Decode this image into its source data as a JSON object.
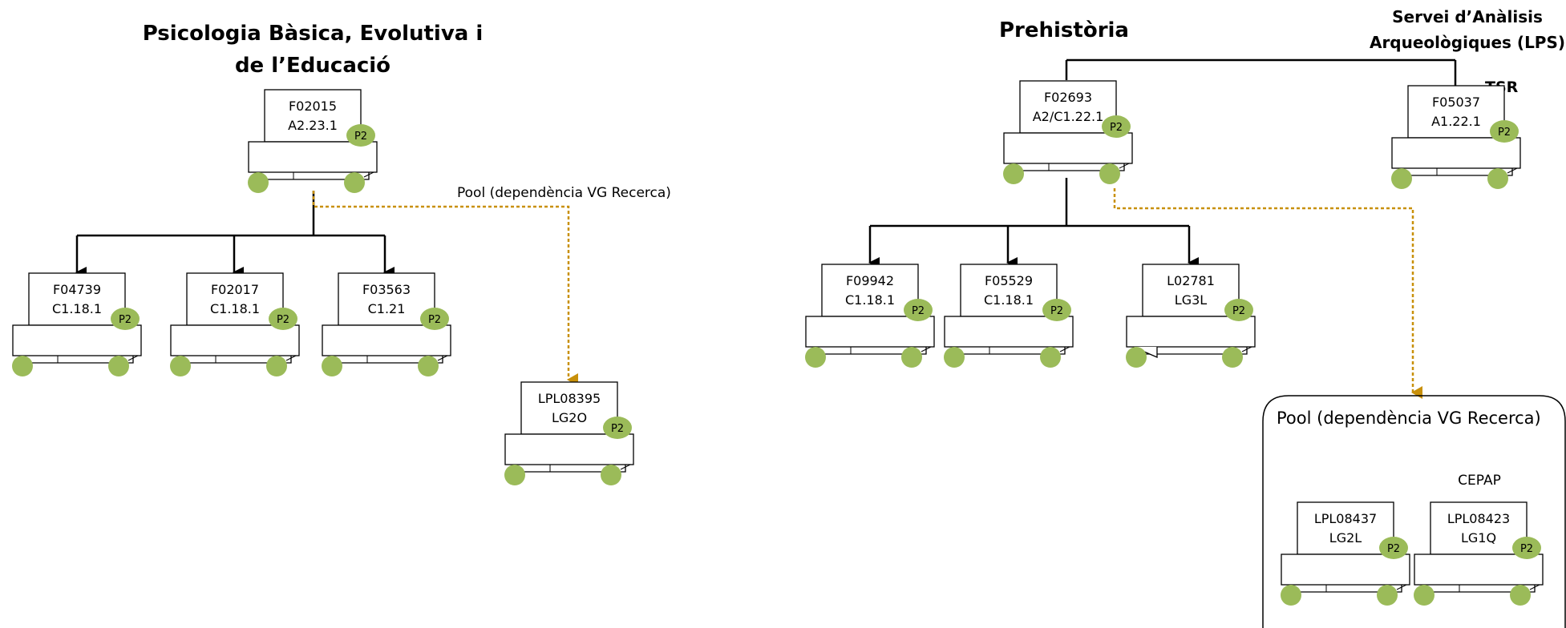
{
  "colors": {
    "badge_green": "#9bbb59",
    "pool_arrow": "#c8900a",
    "line": "#000000"
  },
  "left_group": {
    "title_line1": "Psicologia Bàsica, Evolutiva i",
    "title_line2": "de l’Educació",
    "pool_label": "Pool (dependència VG Recerca)"
  },
  "right_group": {
    "title": "Prehistòria",
    "service_line1": "Servei d’Anàlisis",
    "service_line2": "Arqueològiques (LPS)",
    "tsr_label": "TSR",
    "pool_label": "Pool (dependència VG Recerca)",
    "cepap_label": "CEPAP"
  },
  "printers": [
    {
      "id": "f02015",
      "code": "F02015",
      "location": "A2.23.1",
      "badge": "P2"
    },
    {
      "id": "f04739",
      "code": "F04739",
      "location": "C1.18.1",
      "badge": "P2"
    },
    {
      "id": "f02017",
      "code": "F02017",
      "location": "C1.18.1",
      "badge": "P2"
    },
    {
      "id": "f03563",
      "code": "F03563",
      "location": "C1.21",
      "badge": "P2"
    },
    {
      "id": "lpl08395",
      "code": "LPL08395",
      "location": "LG2O",
      "badge": "P2"
    },
    {
      "id": "f02693",
      "code": "F02693",
      "location": "A2/C1.22.1",
      "badge": "P2"
    },
    {
      "id": "f05037",
      "code": "F05037",
      "location": "A1.22.1",
      "badge": "P2"
    },
    {
      "id": "f09942",
      "code": "F09942",
      "location": "C1.18.1",
      "badge": "P2"
    },
    {
      "id": "f05529",
      "code": "F05529",
      "location": "C1.18.1",
      "badge": "P2"
    },
    {
      "id": "l02781",
      "code": "L02781",
      "location": "LG3L",
      "badge": "P2"
    },
    {
      "id": "lpl08437",
      "code": "LPL08437",
      "location": "LG2L",
      "badge": "P2"
    },
    {
      "id": "lpl08423",
      "code": "LPL08423",
      "location": "LG1Q",
      "badge": "P2"
    }
  ]
}
